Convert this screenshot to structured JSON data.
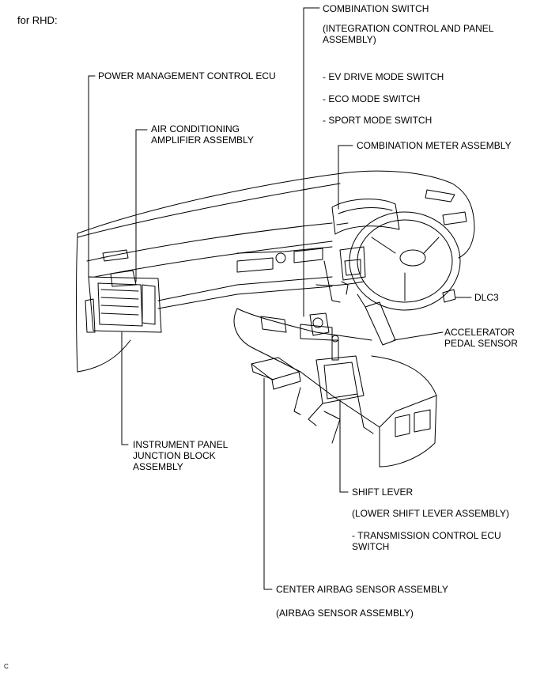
{
  "header": {
    "title": "for RHD:"
  },
  "labels": {
    "combination_switch": "COMBINATION SWITCH",
    "combination_switch_sub1": "(INTEGRATION CONTROL AND PANEL",
    "combination_switch_sub2": "ASSEMBLY)",
    "ev_drive": "- EV DRIVE MODE SWITCH",
    "eco_mode": "- ECO MODE SWITCH",
    "sport_mode": "- SPORT MODE SWITCH",
    "power_mgmt": "POWER MANAGEMENT CONTROL ECU",
    "air_cond_1": "AIR CONDITIONING",
    "air_cond_2": "AMPLIFIER ASSEMBLY",
    "combination_meter": "COMBINATION METER ASSEMBLY",
    "dlc3": "DLC3",
    "accel_1": "ACCELERATOR",
    "accel_2": "PEDAL SENSOR",
    "ipjb_1": "INSTRUMENT PANEL",
    "ipjb_2": "JUNCTION BLOCK",
    "ipjb_3": "ASSEMBLY",
    "shift_lever": "SHIFT LEVER",
    "shift_lever_sub": "(LOWER SHIFT LEVER ASSEMBLY)",
    "tcu_1": "- TRANSMISSION CONTROL ECU",
    "tcu_2": "SWITCH",
    "center_airbag": "CENTER AIRBAG SENSOR ASSEMBLY",
    "center_airbag_sub": "(AIRBAG SENSOR ASSEMBLY)"
  },
  "footer": {
    "code": "C"
  }
}
